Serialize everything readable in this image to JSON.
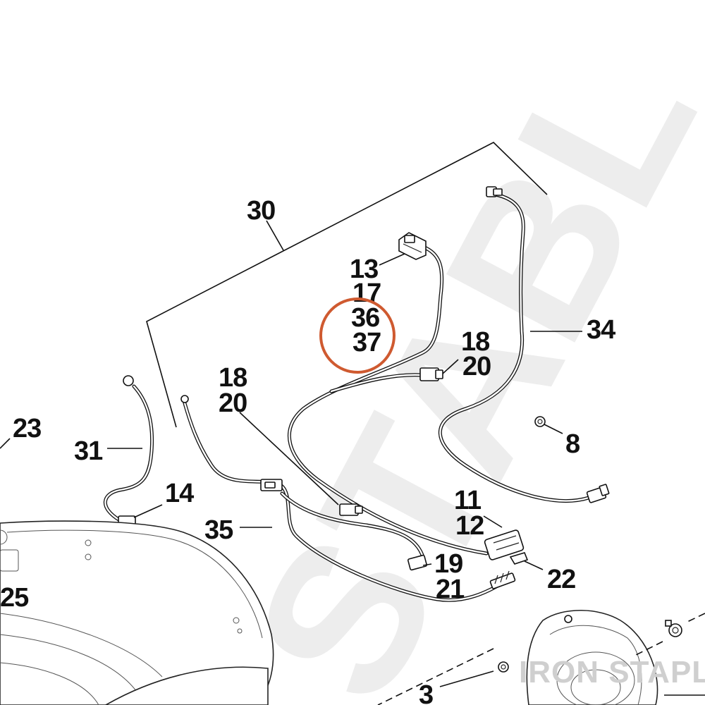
{
  "diagram": {
    "callouts": {
      "c30": "30",
      "c13": "13",
      "c17": "17",
      "c36": "36",
      "c37": "37",
      "c18a": "18",
      "c20a": "20",
      "c34": "34",
      "c18b": "18",
      "c20b": "20",
      "c23": "23",
      "c31": "31",
      "c14": "14",
      "c8": "8",
      "c11": "11",
      "c12": "12",
      "c35": "35",
      "c19": "19",
      "c21": "21",
      "c22": "22",
      "c25": "25",
      "c3": "3"
    },
    "highlight_color": "#cf5a30"
  },
  "watermark": {
    "big_text": "STABL",
    "brand_text": "IRON STAPLE"
  }
}
